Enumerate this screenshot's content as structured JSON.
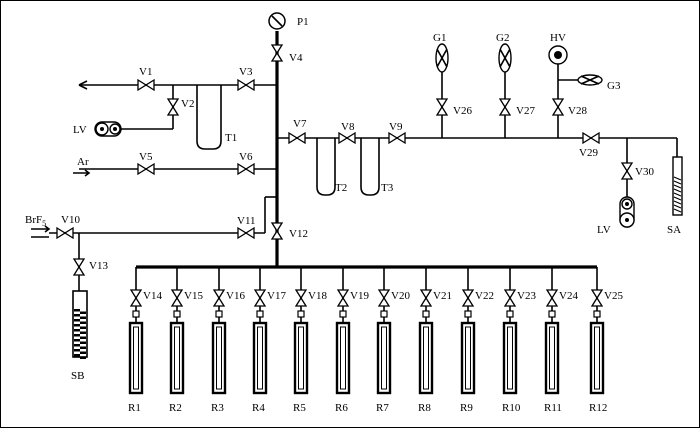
{
  "gauge": {
    "P1": "P1"
  },
  "valves": {
    "V1": "V1",
    "V2": "V2",
    "V3": "V3",
    "V4": "V4",
    "V5": "V5",
    "V6": "V6",
    "V7": "V7",
    "V8": "V8",
    "V9": "V9",
    "V10": "V10",
    "V11": "V11",
    "V12": "V12",
    "V13": "V13",
    "V14": "V14",
    "V15": "V15",
    "V16": "V16",
    "V17": "V17",
    "V18": "V18",
    "V19": "V19",
    "V20": "V20",
    "V21": "V21",
    "V22": "V22",
    "V23": "V23",
    "V24": "V24",
    "V25": "V25",
    "V26": "V26",
    "V27": "V27",
    "V28": "V28",
    "V29": "V29",
    "V30": "V30"
  },
  "traps": {
    "T1": "T1",
    "T2": "T2",
    "T3": "T3"
  },
  "gauges_top": {
    "G1": "G1",
    "G2": "G2",
    "G3": "G3",
    "HV": "HV"
  },
  "pumps": {
    "LV_left": "LV",
    "LV_right": "LV"
  },
  "inlets": {
    "Ar": "Ar",
    "BrF": "BrF",
    "BrF_sub": "5"
  },
  "containers": {
    "SA": "SA",
    "SB": "SB"
  },
  "reactors": [
    "R1",
    "R2",
    "R3",
    "R4",
    "R5",
    "R6",
    "R7",
    "R8",
    "R9",
    "R10",
    "R11",
    "R12"
  ],
  "reactor_valves": [
    "V14",
    "V15",
    "V16",
    "V17",
    "V18",
    "V19",
    "V20",
    "V21",
    "V22",
    "V23",
    "V24",
    "V25"
  ]
}
